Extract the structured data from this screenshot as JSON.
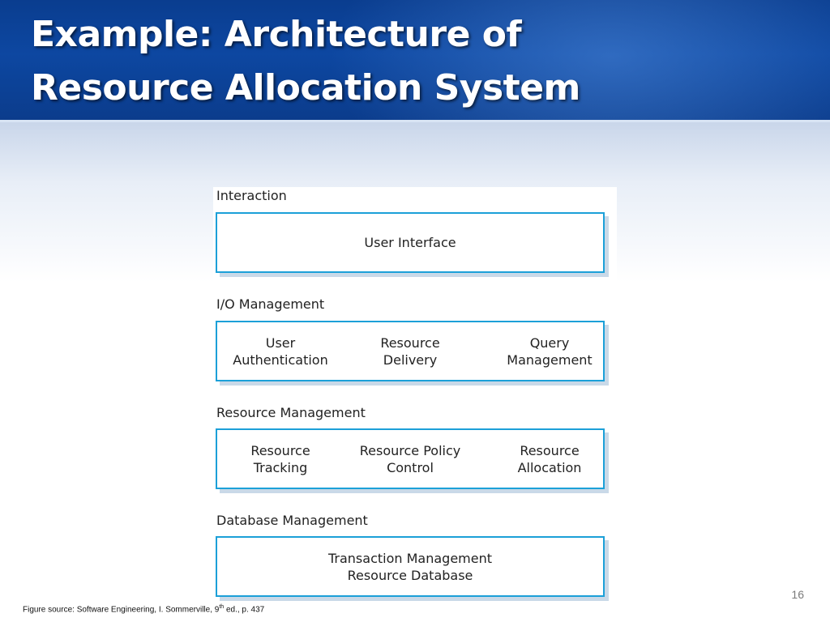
{
  "slide": {
    "title_line1": "Example: Architecture of",
    "title_line2": "Resource Allocation System",
    "page_number": "16",
    "footnote": {
      "prefix": "Figure source: Software Engineering, I. Sommerville, 9",
      "superscript": "th",
      "suffix": " ed., p. 437"
    }
  },
  "diagram": {
    "layers": [
      {
        "label": "Interaction",
        "components": [
          [
            "User Interface"
          ]
        ]
      },
      {
        "label": "I/O Management",
        "components": [
          [
            "User",
            "Authentication"
          ],
          [
            "Resource",
            "Delivery"
          ],
          [
            "Query",
            "Management"
          ]
        ]
      },
      {
        "label": "Resource Management",
        "components": [
          [
            "Resource",
            "Tracking"
          ],
          [
            "Resource Policy",
            "Control"
          ],
          [
            "Resource",
            "Allocation"
          ]
        ]
      },
      {
        "label": "Database Management",
        "components": [
          [
            "Transaction Management",
            "Resource Database"
          ]
        ]
      }
    ]
  },
  "colors": {
    "header_blue": "#0d47a1",
    "box_border": "#1ca0d8",
    "box_shadow": "#c9d9e8"
  }
}
